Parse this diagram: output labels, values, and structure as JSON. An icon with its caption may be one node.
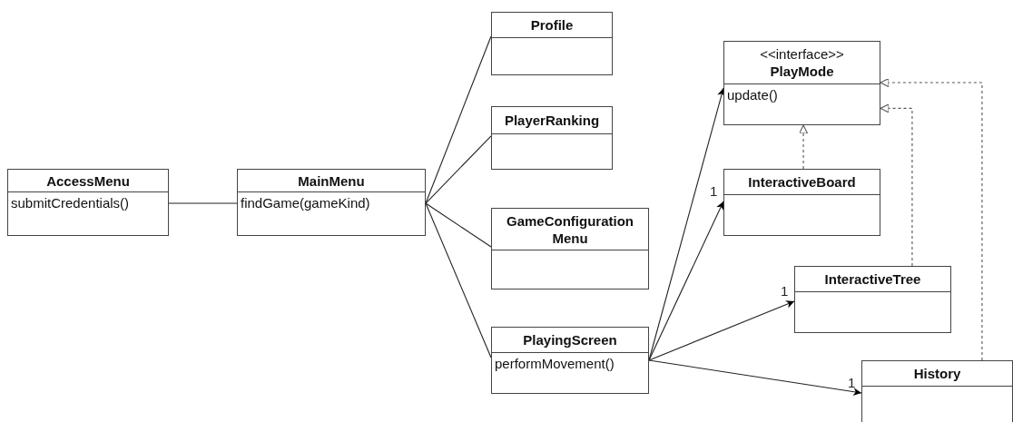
{
  "diagram": {
    "nodes": [
      {
        "text": [
          "AccessMenu",
          "submitCredentials()"
        ]
      },
      {
        "text": [
          "MainMenu",
          "findGame(gameKind)"
        ]
      },
      {
        "text": [
          "Profile"
        ]
      },
      {
        "text": [
          "PlayerRanking"
        ]
      },
      {
        "text": [
          "GameConfiguration Menu"
        ]
      },
      {
        "text": [
          "PlayingScreen",
          "performMovement()"
        ]
      },
      {
        "text": [
          "<<interface>>",
          "PlayMode",
          "update()"
        ]
      },
      {
        "text": [
          "InteractiveBoard"
        ]
      },
      {
        "text": [
          "InteractiveTree"
        ]
      },
      {
        "text": [
          "History"
        ]
      }
    ],
    "edges": [
      {
        "from": 0,
        "to": 1,
        "arrow": "none"
      },
      {
        "from": 1,
        "to": 2,
        "arrow": "none"
      },
      {
        "from": 1,
        "to": 3,
        "arrow": "none"
      },
      {
        "from": 1,
        "to": 4,
        "arrow": "none"
      },
      {
        "from": 1,
        "to": 5,
        "arrow": "none"
      },
      {
        "from": 5,
        "to": 6,
        "arrow": "to"
      },
      {
        "from": 5,
        "to": 7,
        "arrow": "to",
        "label": "1"
      },
      {
        "from": 5,
        "to": 8,
        "arrow": "to",
        "label": "1"
      },
      {
        "from": 5,
        "to": 9,
        "arrow": "to",
        "label": "1"
      },
      {
        "from": 7,
        "to": 6,
        "arrow": "to",
        "style": "dashed"
      },
      {
        "from": 8,
        "to": 6,
        "arrow": "to",
        "style": "dashed"
      },
      {
        "from": 9,
        "to": 6,
        "arrow": "to",
        "style": "dashed"
      }
    ]
  }
}
